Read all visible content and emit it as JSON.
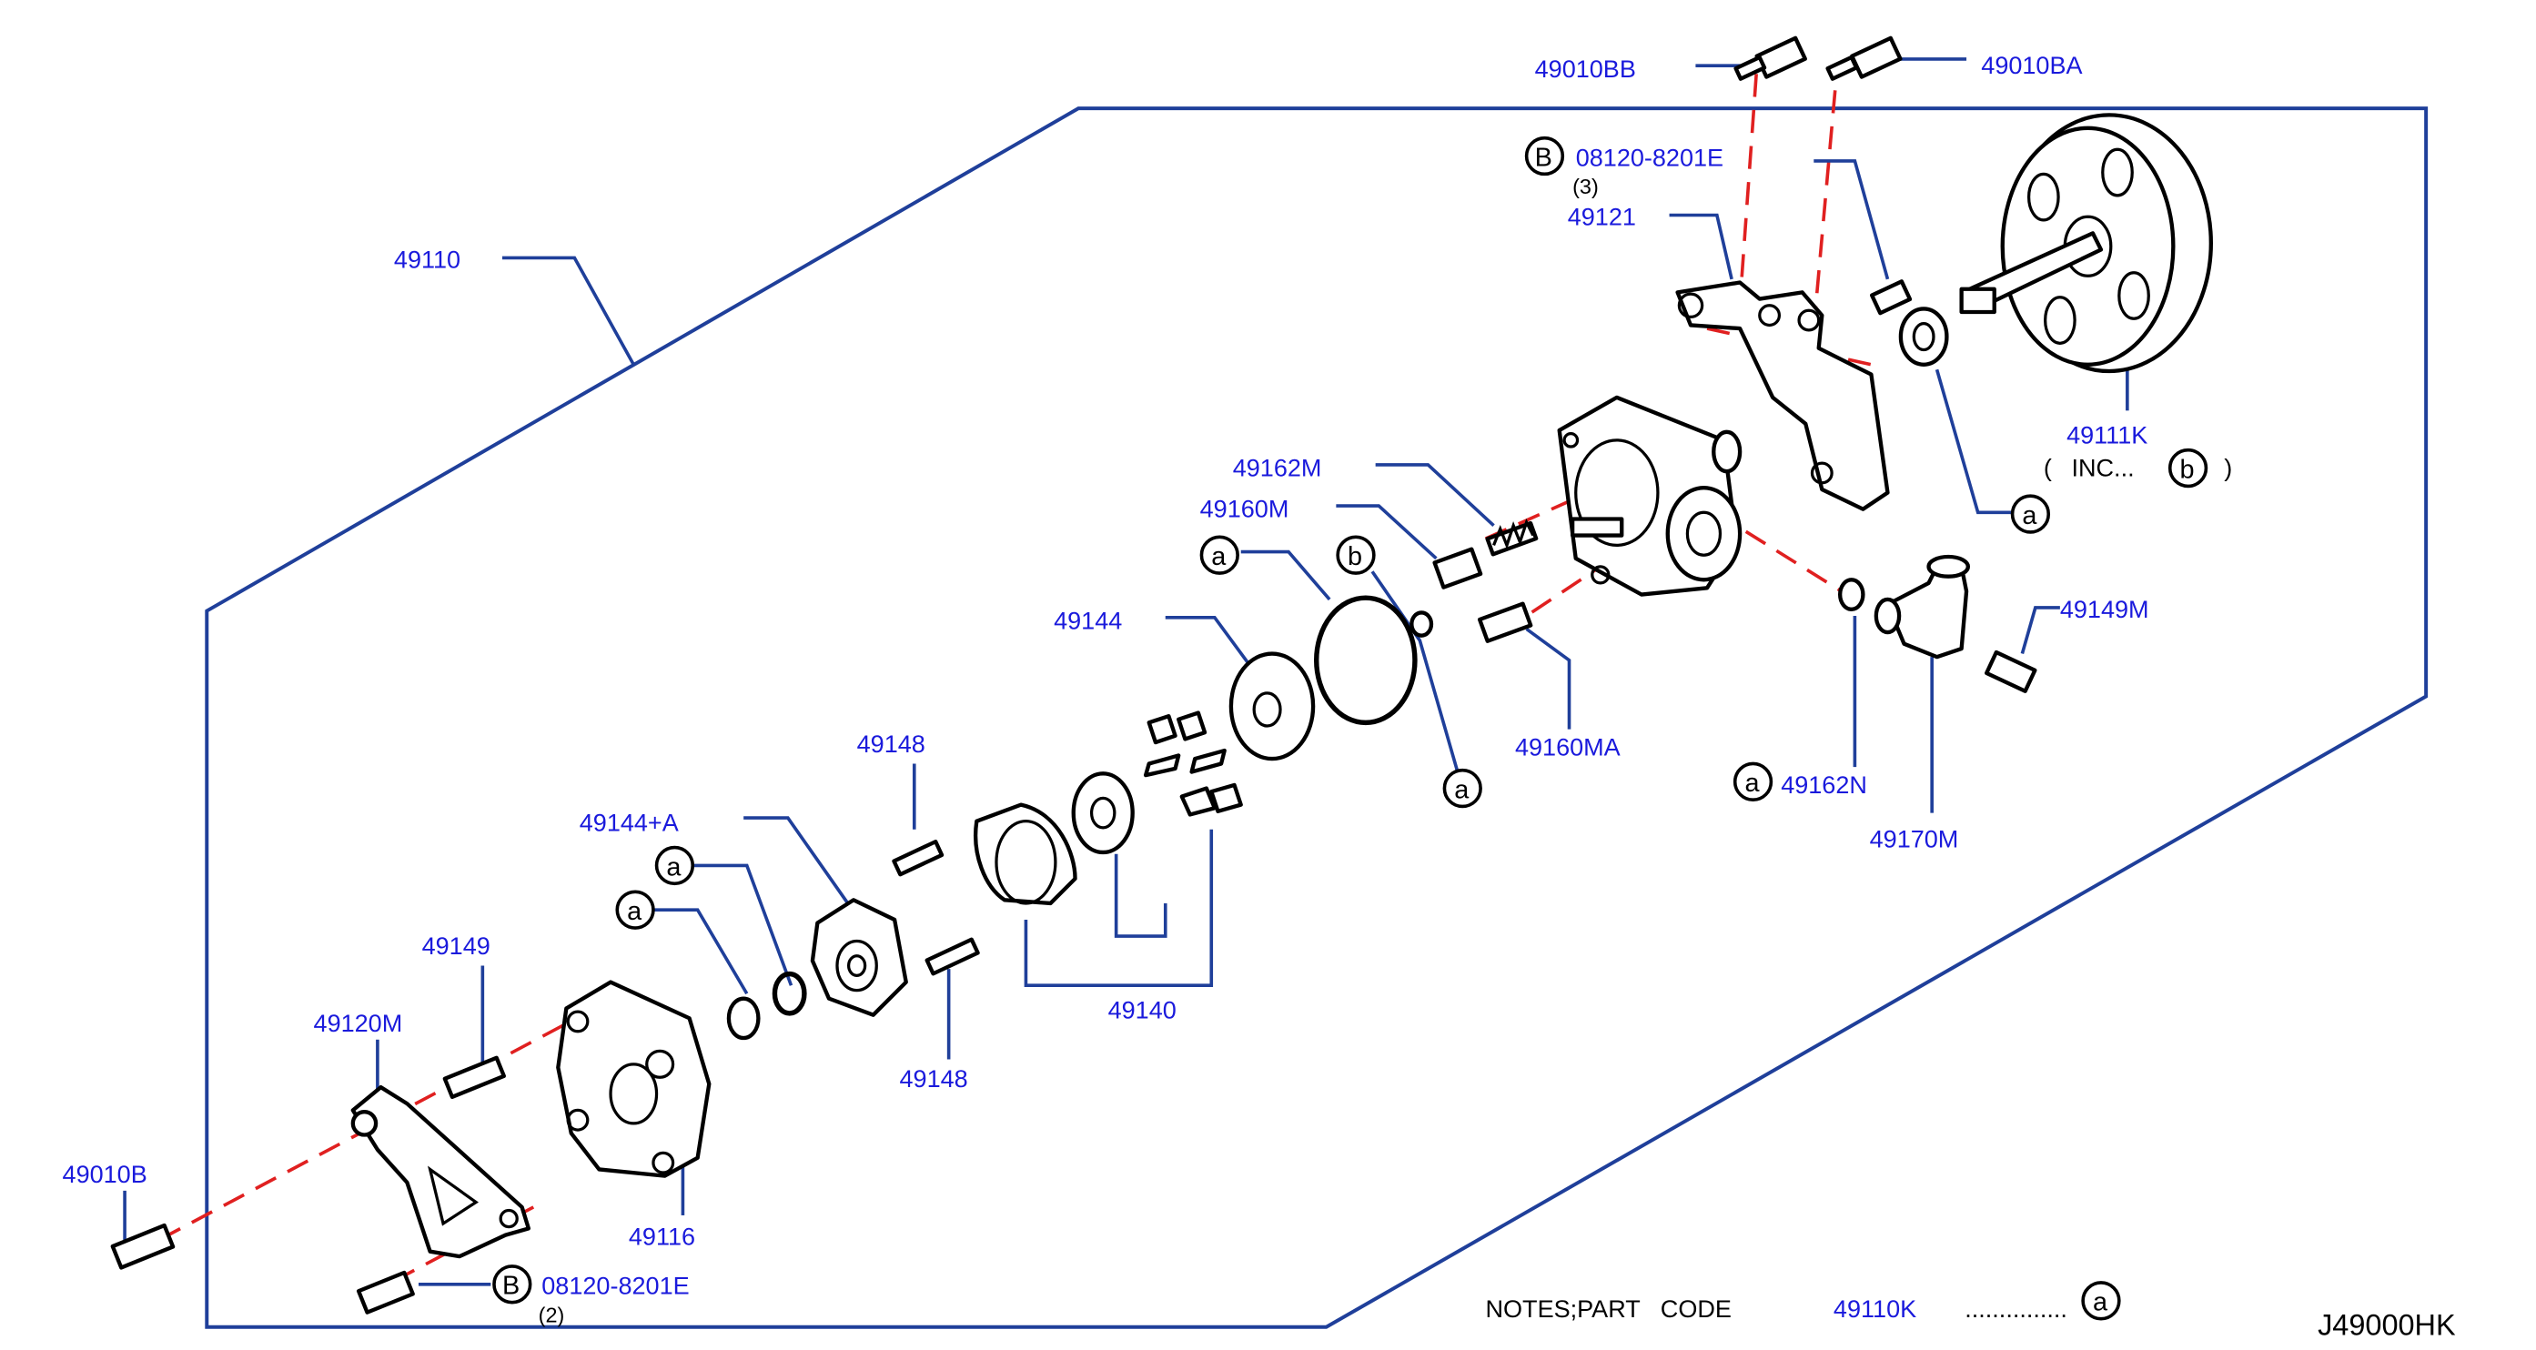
{
  "diagram_code": "J49000HK",
  "notes": {
    "text": "NOTES;PART   CODE",
    "part_code": "49110K",
    "dots": "...............",
    "symbol": "a"
  },
  "labels": {
    "l49010BB": "49010BB",
    "l49010BA": "49010BA",
    "l08120_top": "08120-8201E",
    "l08120_top_qty": "(3)",
    "l49121": "49121",
    "l49110": "49110",
    "l49111K": "49111K",
    "l49111K_inc_open": "(",
    "l49111K_inc": "INC...",
    "l49111K_inc_close": ")",
    "l49162M": "49162M",
    "l49160M": "49160M",
    "l49144": "49144",
    "l49160MA": "49160MA",
    "l49149M": "49149M",
    "l49162N": "49162N",
    "l49170M": "49170M",
    "l49148_top": "49148",
    "l49144A": "49144+A",
    "l49149": "49149",
    "l49120M": "49120M",
    "l49010B": "49010B",
    "l49116": "49116",
    "l49148_bot": "49148",
    "l49140": "49140",
    "l08120_bot": "08120-8201E",
    "l08120_bot_qty": "(2)"
  },
  "refs": {
    "a": "a",
    "b": "b",
    "B": "B"
  }
}
